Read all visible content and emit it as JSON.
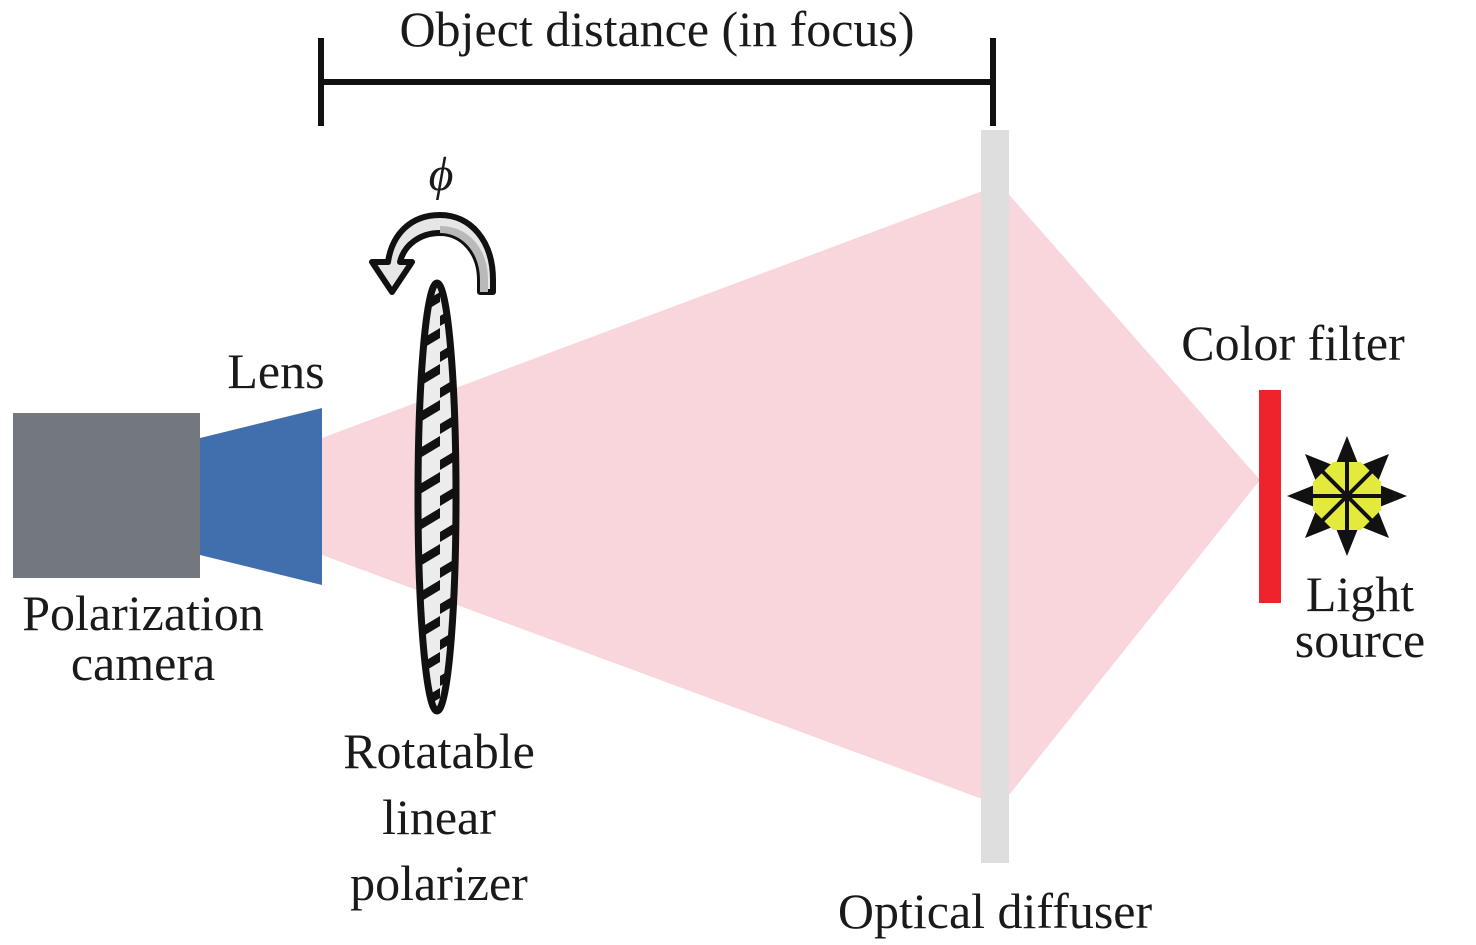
{
  "title_label": "Object distance (in focus)",
  "labels": {
    "lens": "Lens",
    "camera_line1": "Polarization",
    "camera_line2": "camera",
    "polarizer_line1": "Rotatable",
    "polarizer_line2": "linear",
    "polarizer_line3": "polarizer",
    "rotation_symbol": "ϕ",
    "diffuser": "Optical diffuser",
    "color_filter": "Color filter",
    "light_line1": "Light",
    "light_line2": "source"
  },
  "colors": {
    "camera": "#73777e",
    "lens": "#416fad",
    "beam": "#f9d5dc",
    "diffuser": "#dedede",
    "filter": "#ee232b",
    "light_core": "#e4ea3c",
    "ink": "#111111"
  }
}
